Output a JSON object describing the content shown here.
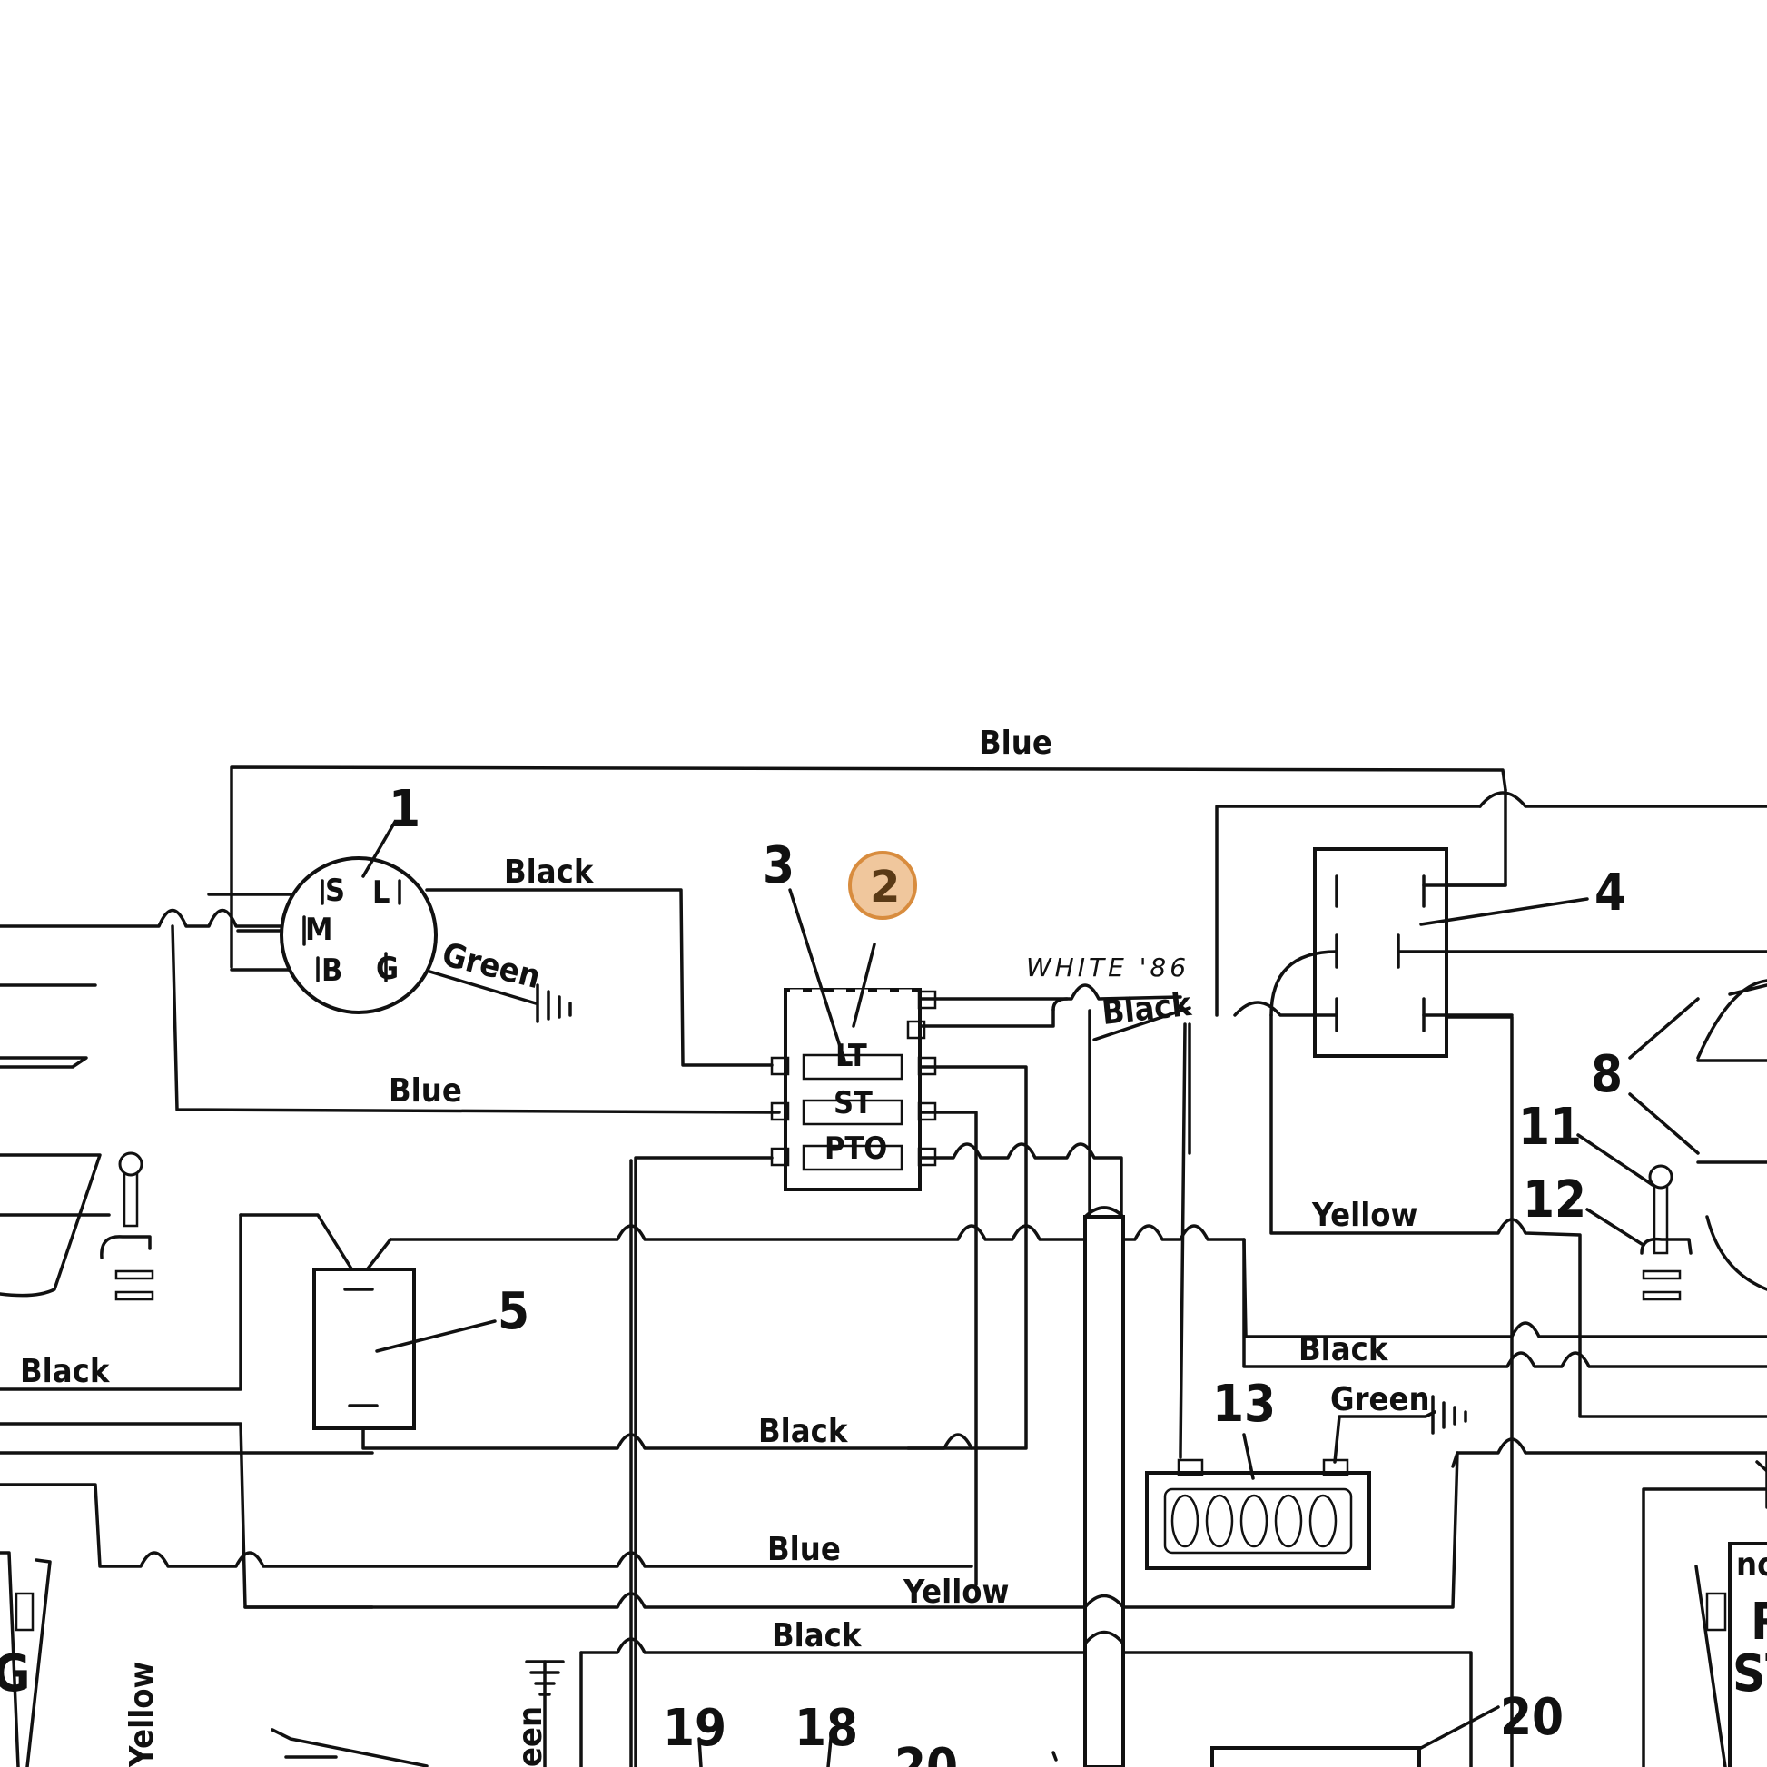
{
  "components": {
    "c1": "1",
    "c2": "2",
    "c3": "3",
    "c4": "4",
    "c5": "5",
    "c8": "8",
    "c11": "11",
    "c12": "12",
    "c13": "13",
    "c18": "18",
    "c19": "19",
    "c20a": "20",
    "c20b": "20"
  },
  "ignition_terminals": {
    "s": "S",
    "l": "L",
    "m": "M",
    "b": "B",
    "g": "G"
  },
  "switch_rows": {
    "lt": "LT",
    "st": "ST",
    "pto": "PTO"
  },
  "wire_labels": {
    "blue_top": "Blue",
    "black_ign": "Black",
    "green_ign": "Green",
    "blue_left": "Blue",
    "black_right": "Black",
    "black_left": "Black",
    "yellow_right": "Yellow",
    "black_mid": "Black",
    "black_bat": "Black",
    "green_bat": "Green",
    "blue_low": "Blue",
    "yellow_low": "Yellow",
    "black_low": "Black",
    "yellow_vert": "Yellow",
    "green_vert": "een"
  },
  "annotation": "WHITE '86",
  "edge_fragments": {
    "right_a": "no",
    "right_b": "R",
    "right_c": "ST",
    "left_a": "G"
  },
  "highlight": {
    "label": "2",
    "color": "#f0c79d",
    "stroke": "#d88c3e"
  }
}
